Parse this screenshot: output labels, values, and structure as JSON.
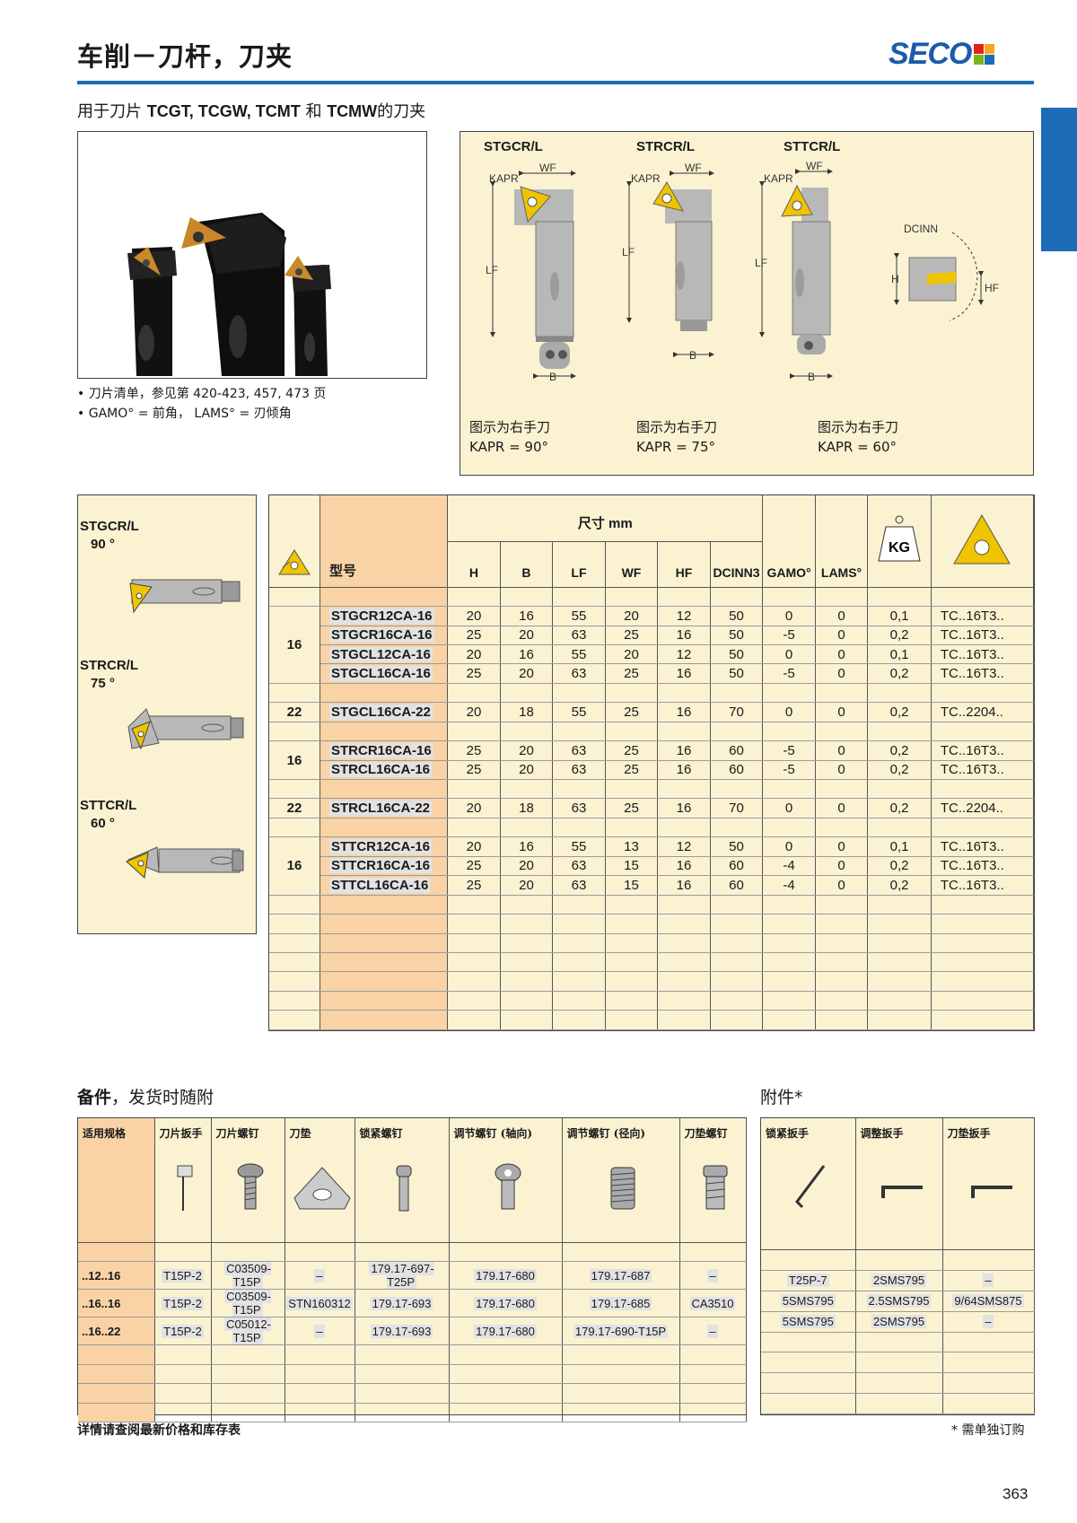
{
  "header": {
    "title": "车削－刀杆，刀夹",
    "brand": "SECO",
    "brand_colors": [
      "#e2231a",
      "#f6a623",
      "#7ab51d",
      "#1e6bb8"
    ],
    "accent": "#1e6bb8"
  },
  "subtitle": {
    "prefix": "用于刀片",
    "codes": "TCGT, TCGW, TCMT",
    "and": "和",
    "code_last": "TCMW",
    "suffix": "的刀夹"
  },
  "notes": [
    "刀片清单，参见第 420-423, 457, 473 页",
    "GAMO° = 前角， LAMS° = 刃倾角"
  ],
  "schema": {
    "tools": [
      {
        "name": "STGCR/L",
        "caption": "图示为右手刀",
        "angle": "KAPR = 90°"
      },
      {
        "name": "STRCR/L",
        "caption": "图示为右手刀",
        "angle": "KAPR = 75°"
      },
      {
        "name": "STTCR/L",
        "caption": "图示为右手刀",
        "angle": "KAPR = 60°"
      }
    ],
    "dims": {
      "kapr": "KAPR",
      "wf": "WF",
      "lf": "LF",
      "b": "B",
      "h": "H",
      "hf": "HF",
      "dcinn": "DCINN"
    }
  },
  "side_tools": [
    {
      "name": "STGCR/L",
      "angle": "90 °"
    },
    {
      "name": "STRCR/L",
      "angle": "75 °"
    },
    {
      "name": "STTCR/L",
      "angle": "60 °"
    }
  ],
  "main_table": {
    "group_header": "尺寸 mm",
    "model_header": "型号",
    "columns": [
      "H",
      "B",
      "LF",
      "WF",
      "HF",
      "DCINN3",
      "GAMO°",
      "LAMS°"
    ],
    "weight_label": "KG",
    "groups": [
      {
        "size": "16",
        "rows": [
          {
            "model": "STGCR12CA-16",
            "H": "20",
            "B": "16",
            "LF": "55",
            "WF": "20",
            "HF": "12",
            "DCINN3": "50",
            "GAMO": "0",
            "LAMS": "0",
            "KG": "0,1",
            "insert": "TC..16T3.."
          },
          {
            "model": "STGCR16CA-16",
            "H": "25",
            "B": "20",
            "LF": "63",
            "WF": "25",
            "HF": "16",
            "DCINN3": "50",
            "GAMO": "-5",
            "LAMS": "0",
            "KG": "0,2",
            "insert": "TC..16T3.."
          },
          {
            "model": "STGCL12CA-16",
            "H": "20",
            "B": "16",
            "LF": "55",
            "WF": "20",
            "HF": "12",
            "DCINN3": "50",
            "GAMO": "0",
            "LAMS": "0",
            "KG": "0,1",
            "insert": "TC..16T3.."
          },
          {
            "model": "STGCL16CA-16",
            "H": "25",
            "B": "20",
            "LF": "63",
            "WF": "25",
            "HF": "16",
            "DCINN3": "50",
            "GAMO": "-5",
            "LAMS": "0",
            "KG": "0,2",
            "insert": "TC..16T3.."
          }
        ]
      },
      {
        "size": "22",
        "rows": [
          {
            "model": "STGCL16CA-22",
            "H": "20",
            "B": "18",
            "LF": "55",
            "WF": "25",
            "HF": "16",
            "DCINN3": "70",
            "GAMO": "0",
            "LAMS": "0",
            "KG": "0,2",
            "insert": "TC..2204.."
          }
        ]
      },
      {
        "size": "16",
        "rows": [
          {
            "model": "STRCR16CA-16",
            "H": "25",
            "B": "20",
            "LF": "63",
            "WF": "25",
            "HF": "16",
            "DCINN3": "60",
            "GAMO": "-5",
            "LAMS": "0",
            "KG": "0,2",
            "insert": "TC..16T3.."
          },
          {
            "model": "STRCL16CA-16",
            "H": "25",
            "B": "20",
            "LF": "63",
            "WF": "25",
            "HF": "16",
            "DCINN3": "60",
            "GAMO": "-5",
            "LAMS": "0",
            "KG": "0,2",
            "insert": "TC..16T3.."
          }
        ]
      },
      {
        "size": "22",
        "rows": [
          {
            "model": "STRCL16CA-22",
            "H": "20",
            "B": "18",
            "LF": "63",
            "WF": "25",
            "HF": "16",
            "DCINN3": "70",
            "GAMO": "0",
            "LAMS": "0",
            "KG": "0,2",
            "insert": "TC..2204.."
          }
        ]
      },
      {
        "size": "16",
        "rows": [
          {
            "model": "STTCR12CA-16",
            "H": "20",
            "B": "16",
            "LF": "55",
            "WF": "13",
            "HF": "12",
            "DCINN3": "50",
            "GAMO": "0",
            "LAMS": "0",
            "KG": "0,1",
            "insert": "TC..16T3.."
          },
          {
            "model": "STTCR16CA-16",
            "H": "25",
            "B": "20",
            "LF": "63",
            "WF": "15",
            "HF": "16",
            "DCINN3": "60",
            "GAMO": "-4",
            "LAMS": "0",
            "KG": "0,2",
            "insert": "TC..16T3.."
          },
          {
            "model": "STTCL16CA-16",
            "H": "25",
            "B": "20",
            "LF": "63",
            "WF": "15",
            "HF": "16",
            "DCINN3": "60",
            "GAMO": "-4",
            "LAMS": "0",
            "KG": "0,2",
            "insert": "TC..16T3.."
          }
        ]
      }
    ]
  },
  "parts": {
    "title_bold": "备件",
    "title_rest": "，发货时随附",
    "headers": [
      "适用规格",
      "刀片扳手",
      "刀片螺钉",
      "刀垫",
      "锁紧螺钉",
      "调节螺钉 (轴向)",
      "调节螺钉 (径向)",
      "刀垫螺钉"
    ],
    "rows": [
      [
        "..12..16",
        "T15P-2",
        "C03509-T15P",
        "–",
        "179.17-697-T25P",
        "179.17-680",
        "179.17-687",
        "–"
      ],
      [
        "..16..16",
        "T15P-2",
        "C03509-T15P",
        "STN160312",
        "179.17-693",
        "179.17-680",
        "179.17-685",
        "CA3510"
      ],
      [
        "..16..22",
        "T15P-2",
        "C05012-T15P",
        "–",
        "179.17-693",
        "179.17-680",
        "179.17-690-T15P",
        "–"
      ]
    ]
  },
  "accessories": {
    "title": "附件*",
    "headers": [
      "锁紧扳手",
      "调整扳手",
      "刀垫扳手"
    ],
    "rows": [
      [
        "T25P-7",
        "2SMS795",
        "–"
      ],
      [
        "5SMS795",
        "2.5SMS795",
        "9/64SMS875"
      ],
      [
        "5SMS795",
        "2SMS795",
        "–"
      ]
    ]
  },
  "footer": {
    "left": "详情请查阅最新价格和库存表",
    "right": "* 需单独订购",
    "page": "363"
  }
}
